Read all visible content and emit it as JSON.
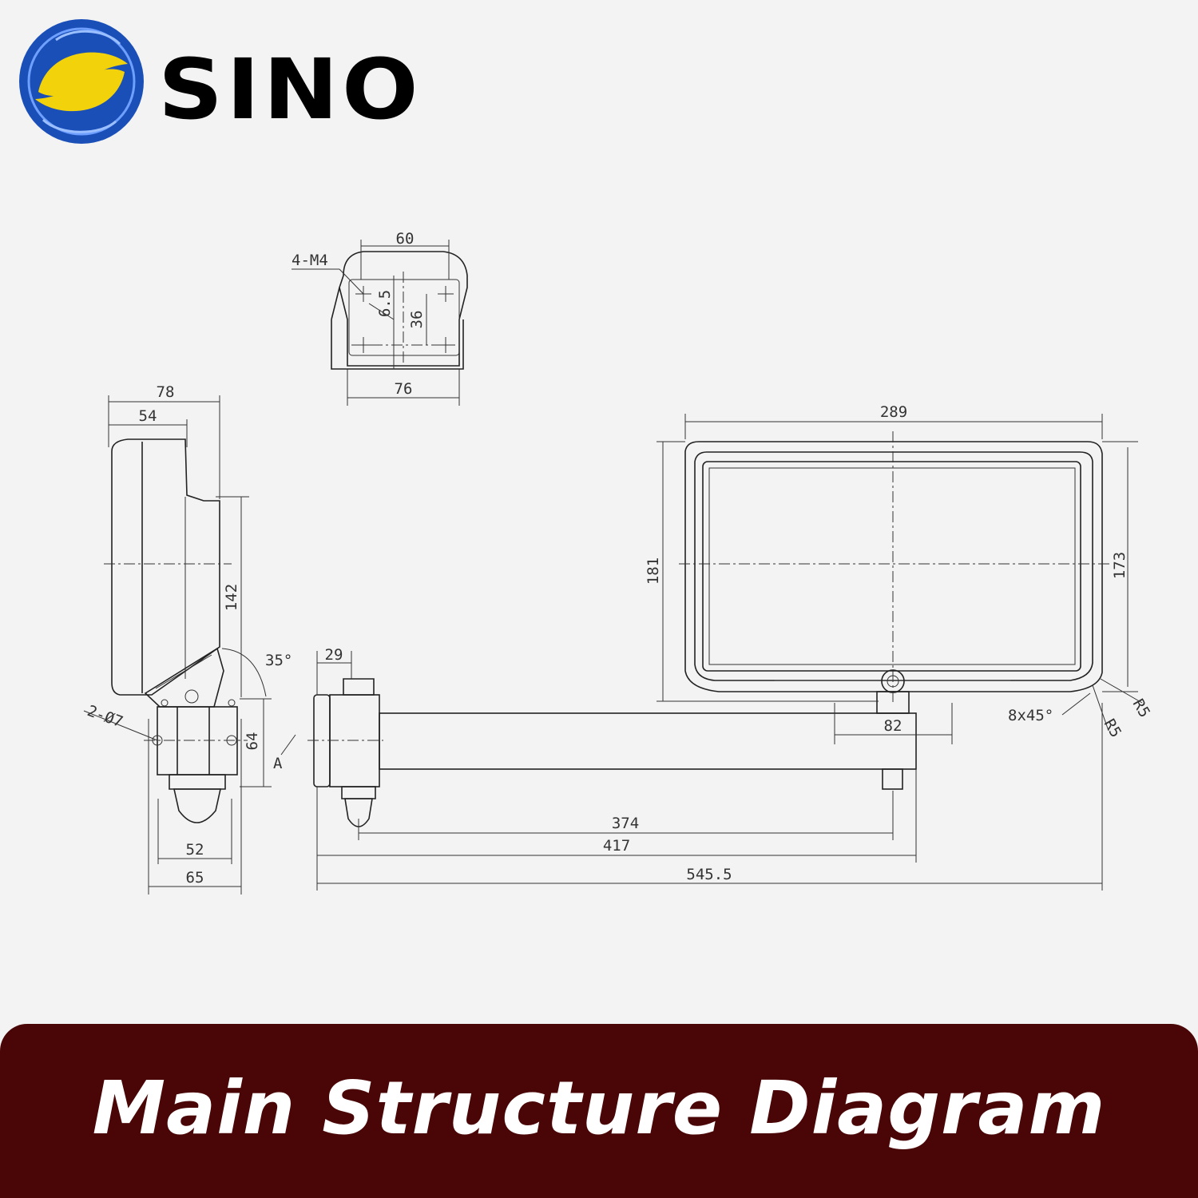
{
  "brand": {
    "name": "SINO",
    "colors": {
      "blue": "#1b4fb8",
      "yellow": "#f2d20a",
      "black": "#000000"
    }
  },
  "banner": {
    "title": "Main Structure Diagram",
    "background": "#4a0606"
  },
  "dimensions": {
    "top_width": "60",
    "thread": "4-M4",
    "hole_offset": "6.5",
    "hole_spacing": "36",
    "bottom_width": "76",
    "side_depth": "78",
    "side_depth_inner": "54",
    "side_height": "142",
    "tilt_angle": "35°",
    "holes": "2-Ø7",
    "bracket_height": "64",
    "view_label": "A",
    "bracket_inner": "52",
    "bracket_outer": "65",
    "arm_width": "29",
    "screen_width": "289",
    "screen_height_outer": "181",
    "screen_height_inner": "173",
    "radius_a": "R5",
    "radius_b": "R5",
    "chamfer": "8x45°",
    "mount_width": "82",
    "arm_pivot": "374",
    "arm_length": "417",
    "total_length": "545.5"
  }
}
